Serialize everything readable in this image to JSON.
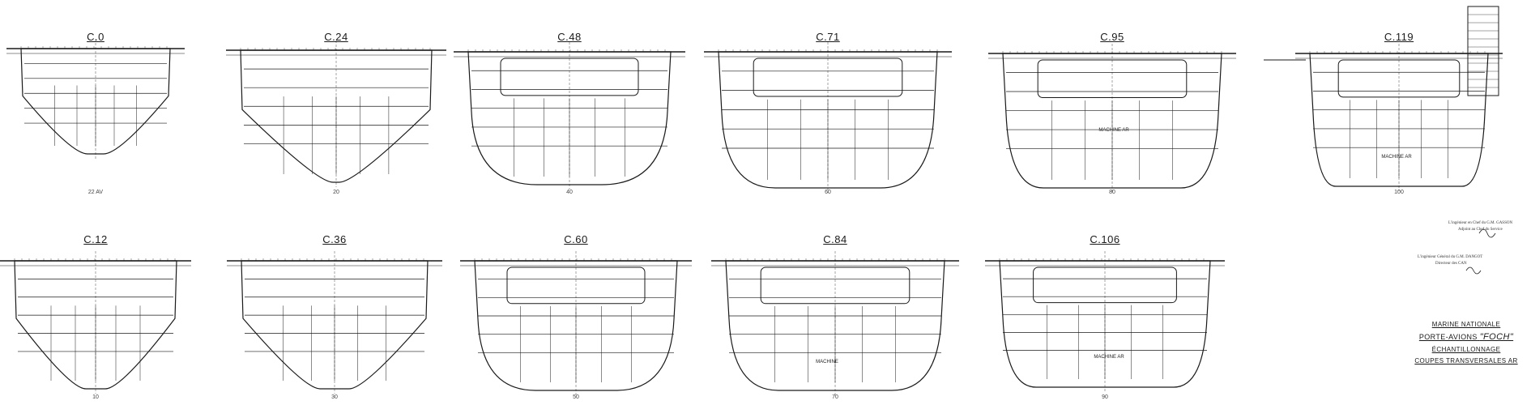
{
  "sections": [
    {
      "label": "C.0",
      "frame": "22 AV"
    },
    {
      "label": "C.24",
      "frame": "20"
    },
    {
      "label": "C.48",
      "frame": "40"
    },
    {
      "label": "C.71",
      "frame": "60"
    },
    {
      "label": "C.95",
      "frame": "80"
    },
    {
      "label": "C.119",
      "frame": "100"
    },
    {
      "label": "C.12",
      "frame": "10"
    },
    {
      "label": "C.36",
      "frame": "30"
    },
    {
      "label": "C.60",
      "frame": "50"
    },
    {
      "label": "C.84",
      "frame": "70"
    },
    {
      "label": "C.106",
      "frame": "90"
    }
  ],
  "room_labels": {
    "machine_c95": "MACHINE AR",
    "machine_c119": "MACHINE AR",
    "machine_c84": "MACHINE",
    "machine_c106": "MACHINE AR"
  },
  "notes": {
    "chief_line1": "L'ingénieur en Chef du G.M. GASSON",
    "chief_line2": "Adjoint au Chef du Service",
    "draughtsman": "L'ingénieur Général du G.M. DANGOT",
    "draughtsman_sub": "Directeur des CAN"
  },
  "title_block": {
    "line1": "MARINE NATIONALE",
    "line2_prefix": "PORTE-AVIONS",
    "ship_name": "\"FOCH\"",
    "line3": "ÉCHANTILLONNAGE",
    "line4": "COUPES TRANSVERSALES AR"
  },
  "colors": {
    "ink": "#1a1a1a",
    "paper": "#ffffff"
  }
}
